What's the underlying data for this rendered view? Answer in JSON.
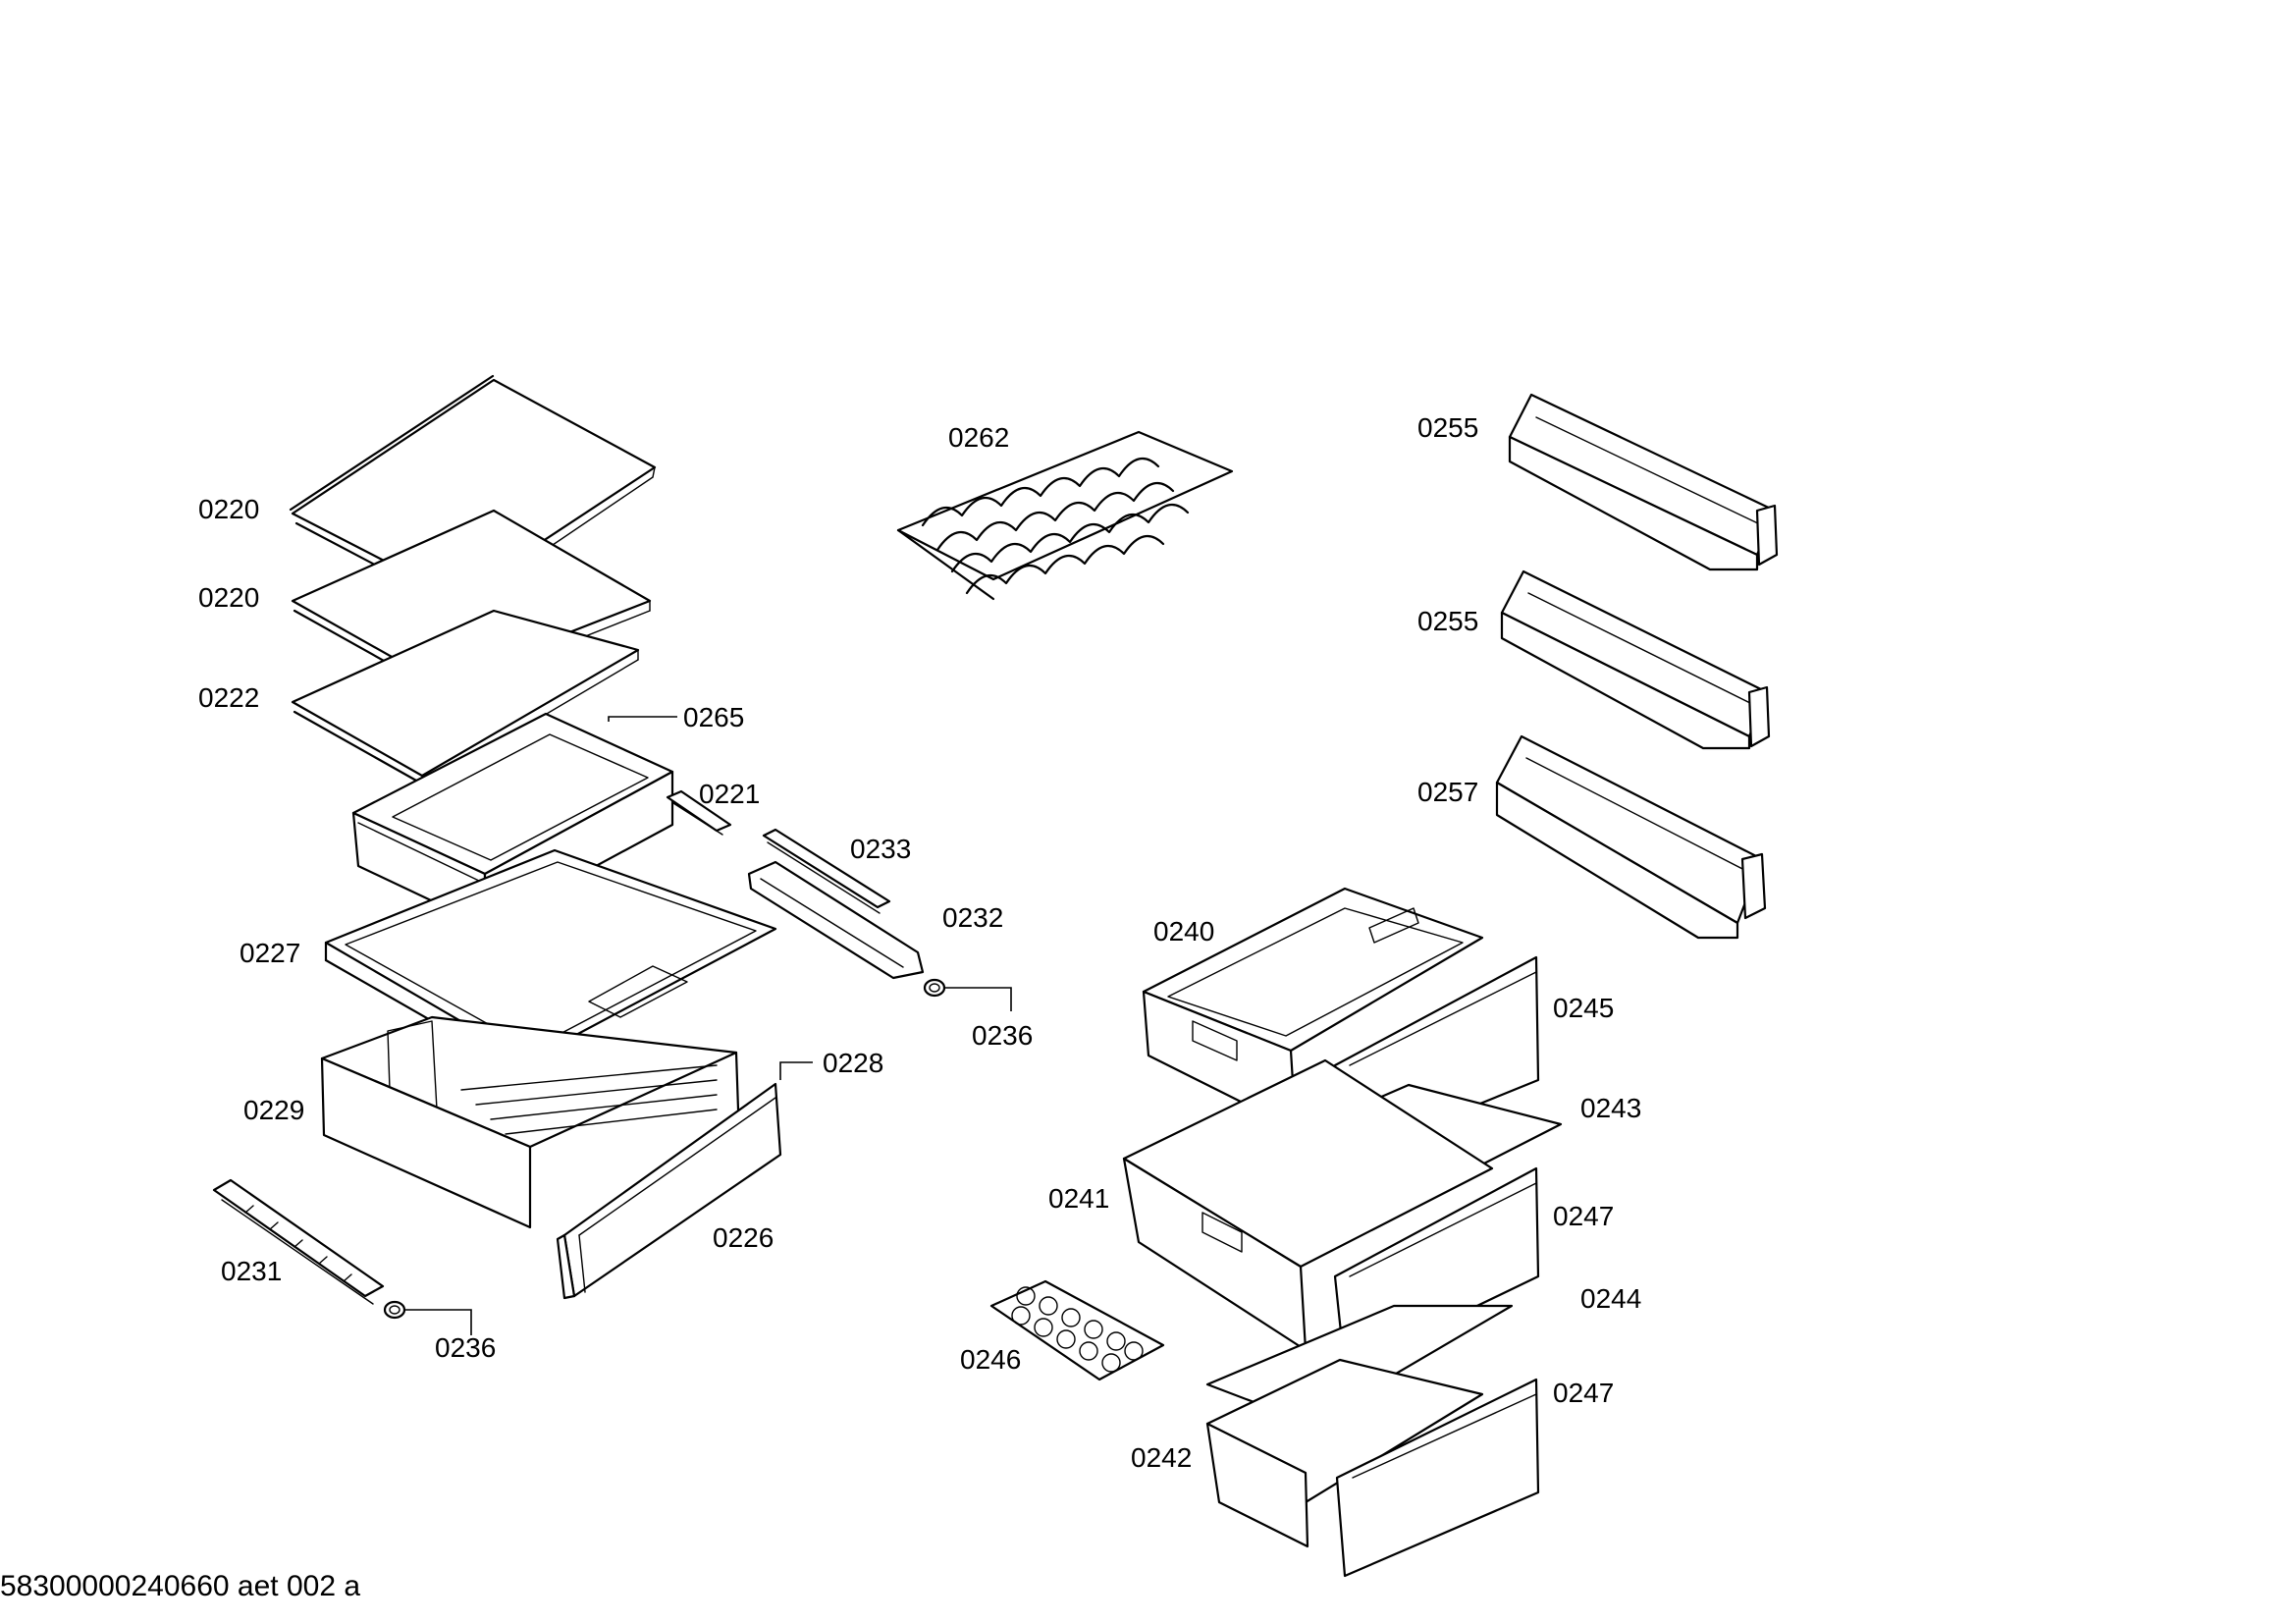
{
  "callouts": {
    "c0220a": "0220",
    "c0220b": "0220",
    "c0222": "0222",
    "c0265": "0265",
    "c0221": "0221",
    "c0233": "0233",
    "c0232": "0232",
    "c0236a": "0236",
    "c0227": "0227",
    "c0228": "0228",
    "c0229": "0229",
    "c0226": "0226",
    "c0231": "0231",
    "c0236b": "0236",
    "c0262": "0262",
    "c0255a": "0255",
    "c0255b": "0255",
    "c0257": "0257",
    "c0240": "0240",
    "c0245": "0245",
    "c0243": "0243",
    "c0241": "0241",
    "c0247a": "0247",
    "c0244": "0244",
    "c0246": "0246",
    "c0247b": "0247",
    "c0242": "0242"
  },
  "footer": {
    "doc_id": "58300000240660 aet 002 a"
  }
}
